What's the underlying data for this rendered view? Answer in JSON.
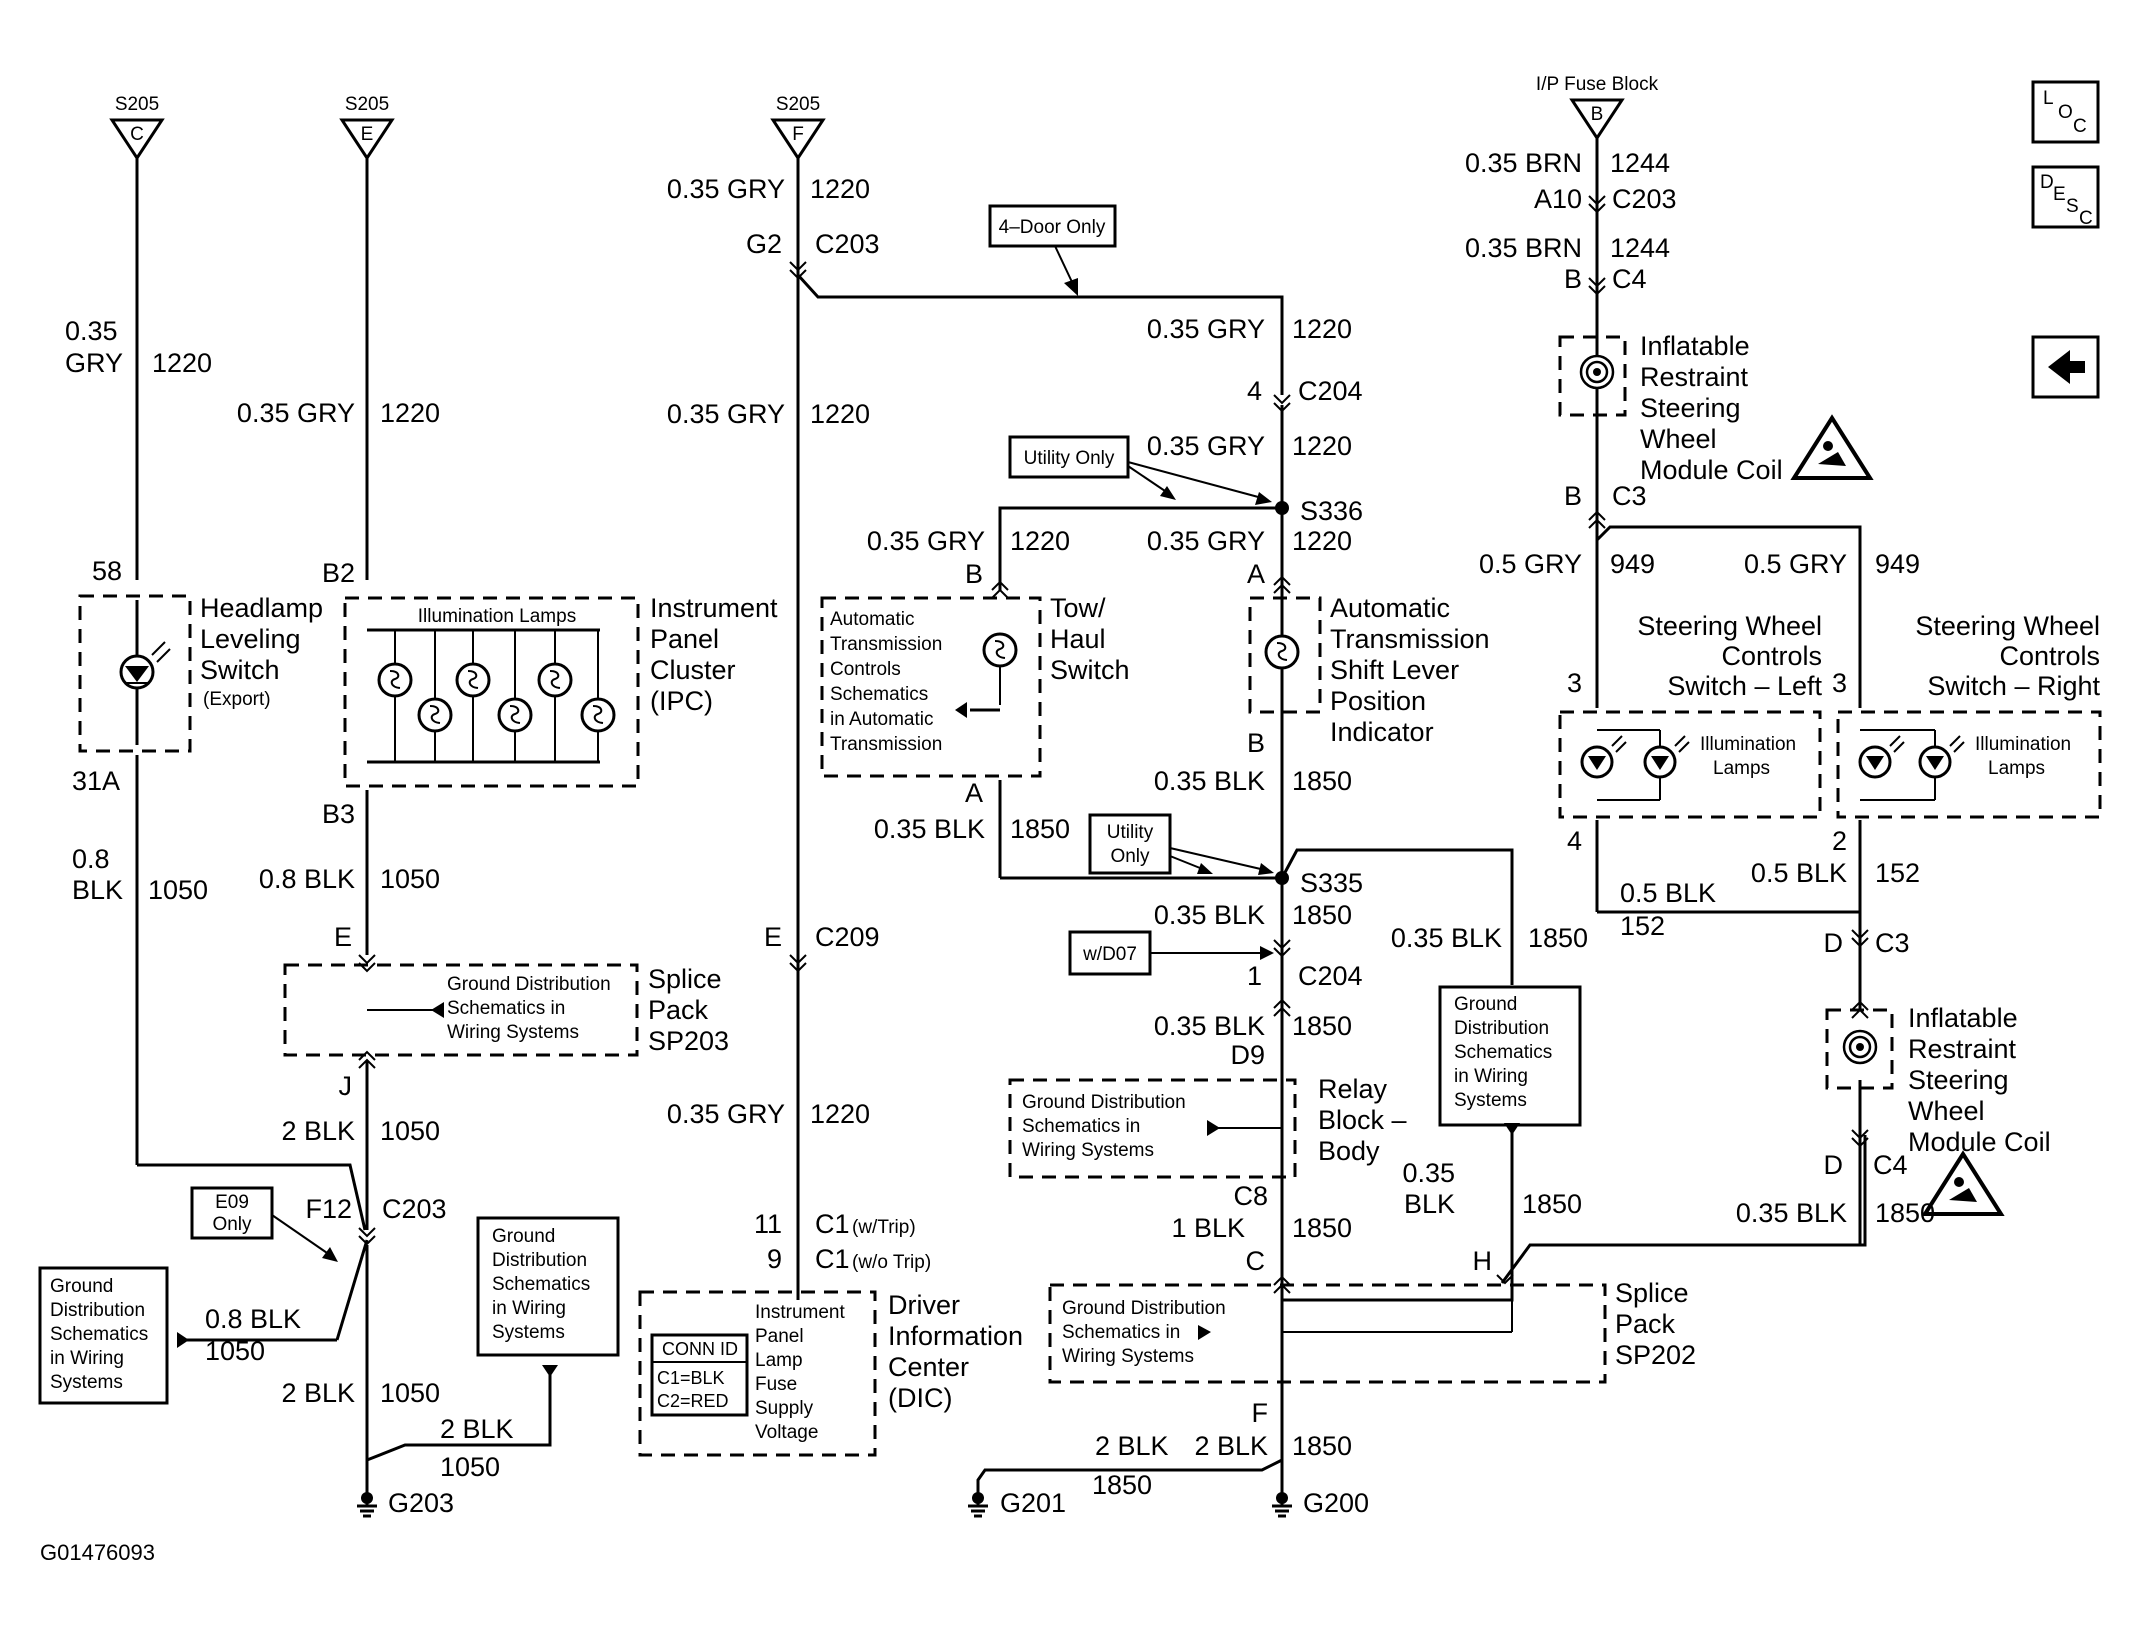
{
  "splices_top": [
    "S205",
    "S205",
    "S205"
  ],
  "pins_top": [
    "C",
    "E",
    "F"
  ],
  "fuse_block": "I/P Fuse Block",
  "fuse_pin": "B",
  "wire_035_gry": "0.35 GRY",
  "wire_035": "0.35",
  "gry": "GRY",
  "ckt_1220": "1220",
  "ckt_1050": "1050",
  "ckt_1850": "1850",
  "ckt_1244": "1244",
  "ckt_949": "949",
  "ckt_152": "152",
  "wire_035_brn": "0.35 BRN",
  "wire_05_gry": "0.5 GRY",
  "wire_05_blk": "0.5 BLK",
  "wire_08": "0.8",
  "blk": "BLK",
  "wire_08_blk": "0.8 BLK",
  "wire_2_blk": "2 BLK",
  "wire_1_blk": "1 BLK",
  "wire_035_blk": "0.35 BLK",
  "conn_g2": "G2",
  "conn_c203": "C203",
  "conn_a10": "A10",
  "conn_c4": "C4",
  "conn_c3": "C3",
  "conn_c204": "C204",
  "conn_c209": "C209",
  "conn_c1": "C1",
  "w_trip": "(w/Trip)",
  "wo_trip": "(w/o Trip)",
  "pin_b": "B",
  "pin_a": "A",
  "pin_d": "D",
  "pin_e": "E",
  "pin_f": "F",
  "pin_c": "C",
  "pin_h": "H",
  "pin_j": "J",
  "pin_4": "4",
  "pin_1": "1",
  "pin_2": "2",
  "pin_3": "3",
  "pin_9": "9",
  "pin_11": "11",
  "pin_58": "58",
  "pin_31a": "31A",
  "pin_b2": "B2",
  "pin_b3": "B3",
  "pin_f12": "F12",
  "pin_d9": "D9",
  "pin_c8": "C8",
  "s336": "S336",
  "s335": "S335",
  "g200": "G200",
  "g201": "G201",
  "g203": "G203",
  "notes": {
    "four_door": "4–Door Only",
    "utility_only": "Utility Only",
    "utility": "Utility",
    "only": "Only",
    "wd07": "w/D07",
    "e09": "E09"
  },
  "gnd_sys": [
    "Ground",
    "Distribution",
    "Schematics",
    "in Wiring",
    "Systems"
  ],
  "gnd_line": [
    "Ground Distribution",
    "Schematics in",
    "Wiring Systems"
  ],
  "components": {
    "headlamp": [
      "Headlamp",
      "Leveling",
      "Switch"
    ],
    "headlamp_export": "(Export)",
    "ipc": [
      "Instrument",
      "Panel",
      "Cluster",
      "(IPC)"
    ],
    "illum_lamps": "Illumination Lamps",
    "illumination": "Illumination",
    "lamps": "Lamps",
    "tow": [
      "Tow/",
      "Haul",
      "Switch"
    ],
    "atc": [
      "Automatic",
      "Transmission",
      "Controls",
      "Schematics",
      "in Automatic",
      "Transmission"
    ],
    "atsl": [
      "Automatic",
      "Transmission",
      "Shift Lever",
      "Position",
      "Indicator"
    ],
    "sp203": [
      "Splice",
      "Pack",
      "SP203"
    ],
    "sp202": [
      "Splice",
      "Pack",
      "SP202"
    ],
    "relay": [
      "Relay",
      "Block –",
      "Body"
    ],
    "dic": [
      "Driver",
      "Information",
      "Center",
      "(DIC)"
    ],
    "dic_inner": [
      "Instrument",
      "Panel",
      "Lamp",
      "Fuse",
      "Supply",
      "Voltage"
    ],
    "conn_id": [
      "CONN ID",
      "C1=BLK",
      "C2=RED"
    ],
    "irc": [
      "Inflatable",
      "Restraint",
      "Steering",
      "Wheel",
      "Module Coil"
    ],
    "swl": [
      "Steering Wheel",
      "Controls",
      "Switch – Left"
    ],
    "swr": [
      "Steering Wheel",
      "Controls",
      "Switch – Right"
    ]
  },
  "side_icons": [
    "loc-icon",
    "desc-icon",
    "back-arrow-icon"
  ],
  "side_loc": [
    "L",
    "O",
    "C"
  ],
  "side_desc": [
    "D",
    "E",
    "S",
    "C"
  ],
  "figure_id": "G01476093"
}
